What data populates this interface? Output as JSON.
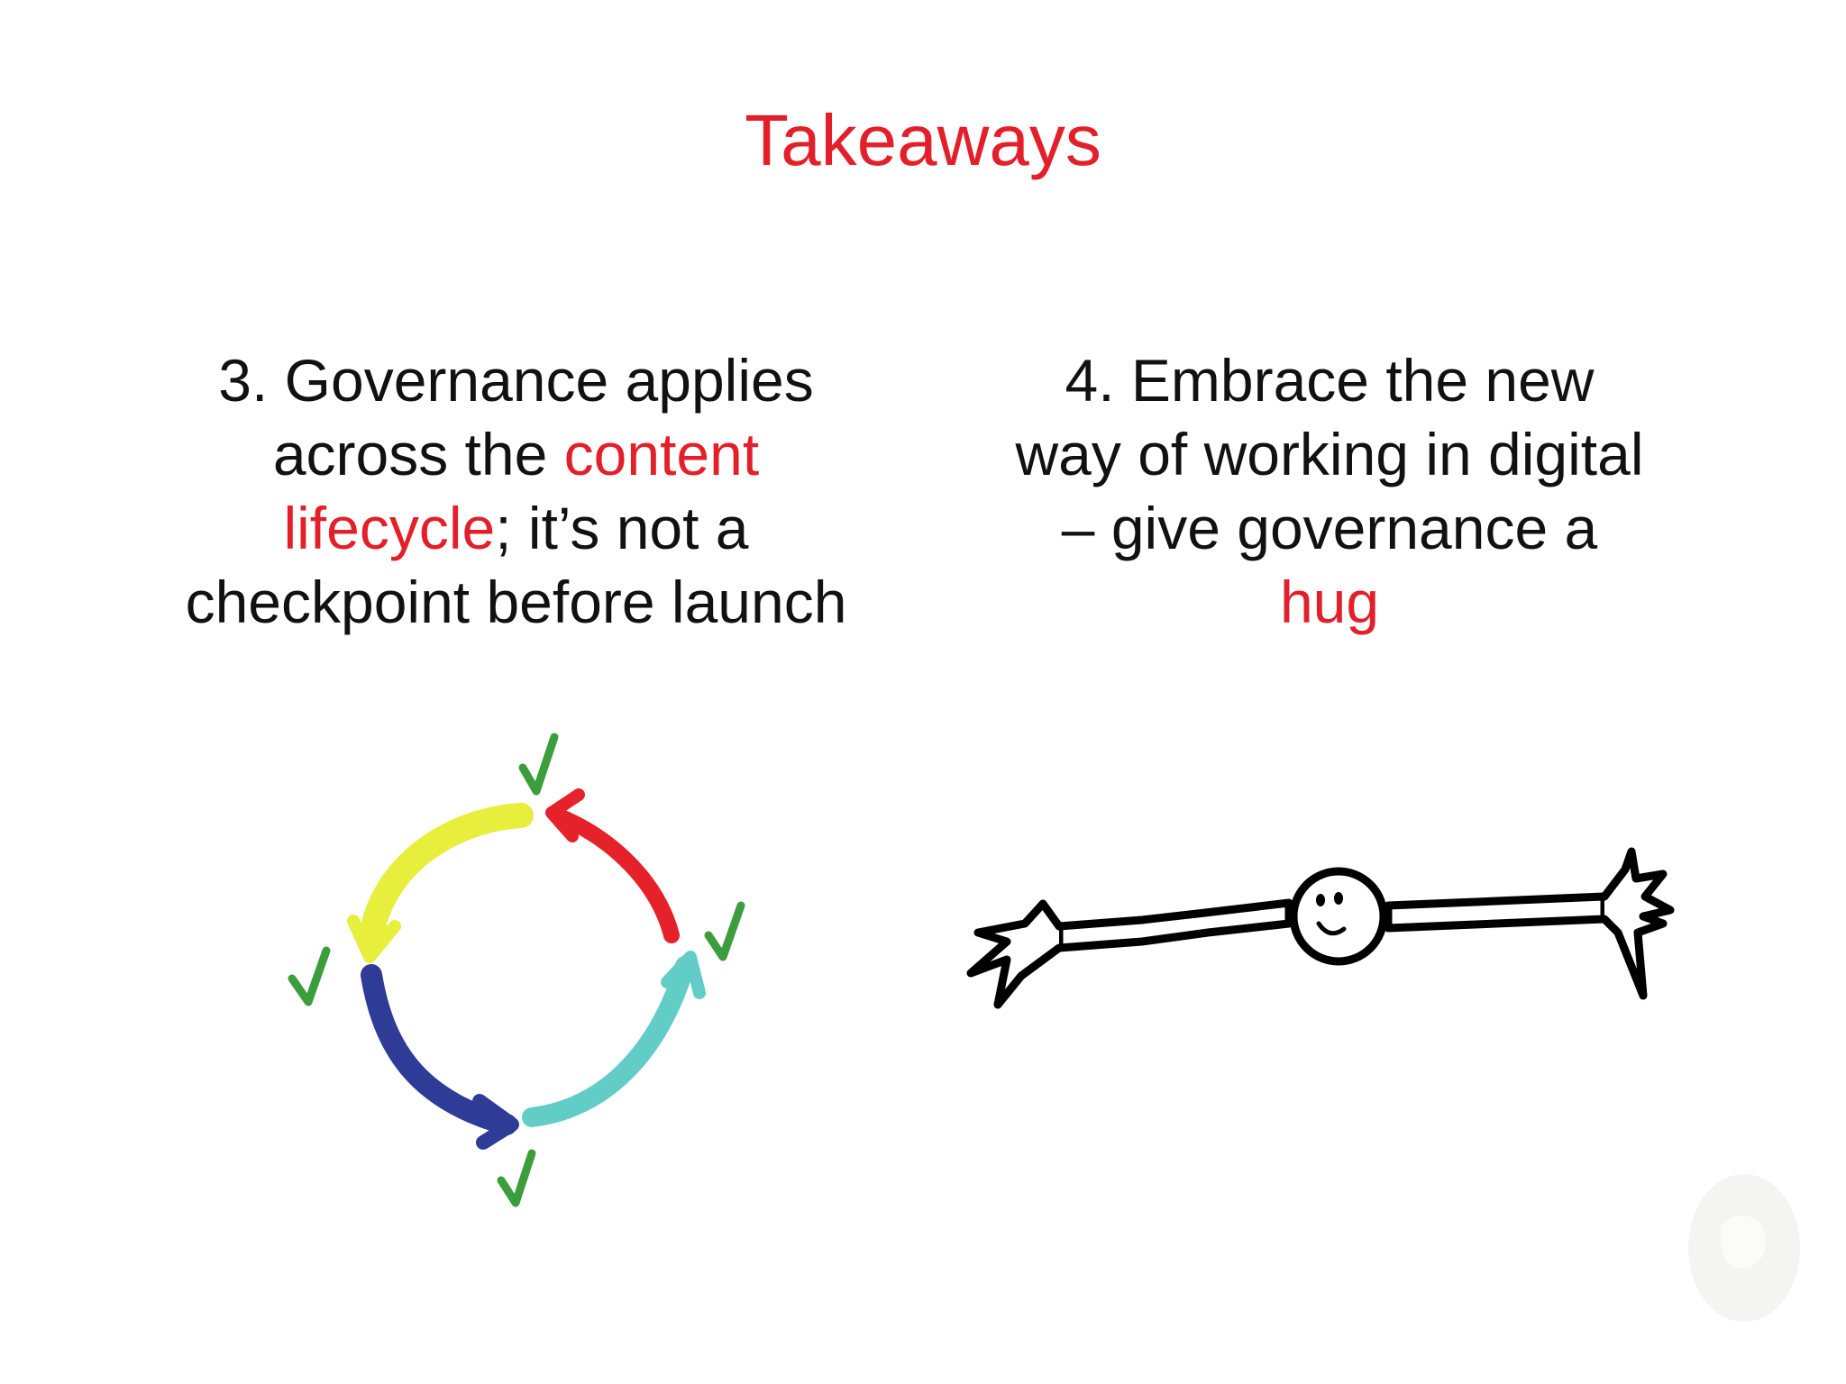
{
  "title": "Takeaways",
  "points": [
    {
      "number_text": "3. Governance applies",
      "line2_pre": "across the ",
      "line2_accent": "content",
      "line3_accent": "lifecycle",
      "line3_post": "; it’s not a",
      "line4": "checkpoint before launch"
    },
    {
      "line1": "4. Embrace the new",
      "line2": "way of working in digital",
      "line3": "– give governance a",
      "line4_accent": "hug"
    }
  ],
  "colors": {
    "title": "#e3202a",
    "accent": "#e3202a",
    "text": "#111111",
    "arrow_yellow": "#e8ee3c",
    "arrow_red": "#e5212a",
    "arrow_teal": "#62cdc7",
    "arrow_blue": "#2e3c98",
    "checkmark": "#3b9d3b"
  },
  "icons": [
    "lifecycle-cycle-icon",
    "checkmark-icon",
    "stick-figure-hug-icon",
    "watermark-logo-icon"
  ]
}
